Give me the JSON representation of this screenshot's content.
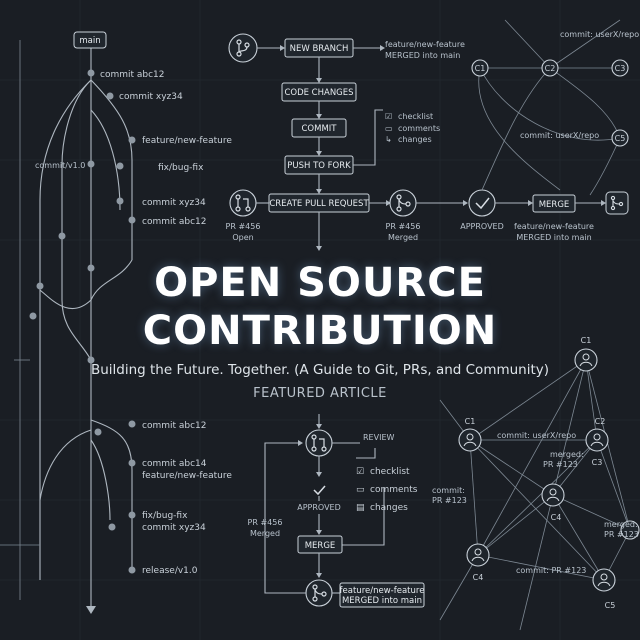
{
  "hero": {
    "title_line1": "OPEN SOURCE",
    "title_line2": "CONTRIBUTION",
    "subtitle": "Building the Future. Together. (A Guide to Git, PRs, and Community)",
    "featured": "FEATURED ARTICLE"
  },
  "git_graph": {
    "main": "main",
    "commit_abc12": "commit abc12",
    "commit_xyz34": "commit xyz34",
    "feature_new_feature": "feature/new-feature",
    "commit_v1": "commit/v1.0",
    "fix_bug_fix": "fix/bug-fix",
    "commit_xyz34_b": "commit xyz34",
    "commit_abc12_b": "commit abc12",
    "commit_abc12_c": "commit abc12",
    "commit_abc14": "commit abc14",
    "feature_new_feature_b": "feature/new-feature",
    "fix_bug_fix_b": "fix/bug-fix",
    "commit_xyz34_c": "commit xyz34",
    "release_v1": "release/v1.0"
  },
  "workflow": {
    "new_branch": "NEW BRANCH",
    "merged_line1": "feature/new-feature",
    "merged_line2": "MERGED into main",
    "code_changes": "CODE CHANGES",
    "checklist": "checklist",
    "comments": "comments",
    "changes": "changes",
    "commit": "COMMIT",
    "push_to_fork": "PUSH TO FORK",
    "create_pr": "CREATE PULL REQUEST",
    "pr_open_1": "PR #456",
    "pr_open_2": "Open",
    "pr_merged_1": "PR #456",
    "pr_merged_2": "Merged",
    "approved": "APPROVED",
    "merge": "MERGE",
    "merged2_line1": "feature/new-feature",
    "merged2_line2": "MERGED into main"
  },
  "network_top": {
    "c1": "C1",
    "c2": "C2",
    "c3": "C3",
    "c5": "C5",
    "commit_user_1": "commit: userX/repo",
    "commit_user_2": "commit: userX/repo"
  },
  "review_flow": {
    "review": "REVIEW",
    "checklist": "checklist",
    "comments": "comments",
    "changes": "changes",
    "approved": "APPROVED",
    "pr_1": "PR #456",
    "pr_2": "Merged",
    "merge": "MERGE",
    "merged_line1": "feature/new-feature",
    "merged_line2": "MERGED into main"
  },
  "network_bottom": {
    "c1_top": "C1",
    "c1": "C1",
    "c2": "C2",
    "c3": "C3",
    "c4": "C4",
    "c4_b": "C4",
    "c5": "C5",
    "commit_user": "commit: userX/repo",
    "merged_1": "merged:",
    "merged_2": "PR #123",
    "commit_pr_1": "commit:",
    "commit_pr_2": "PR #123",
    "merged_r1": "merged:",
    "merged_r2": "PR #123",
    "commit_pr_bottom": "commit: PR #123"
  },
  "colors": {
    "background": "#1a1e24",
    "line": "#aeb7c0",
    "text": "#c9d1d9",
    "title": "#ffffff"
  }
}
